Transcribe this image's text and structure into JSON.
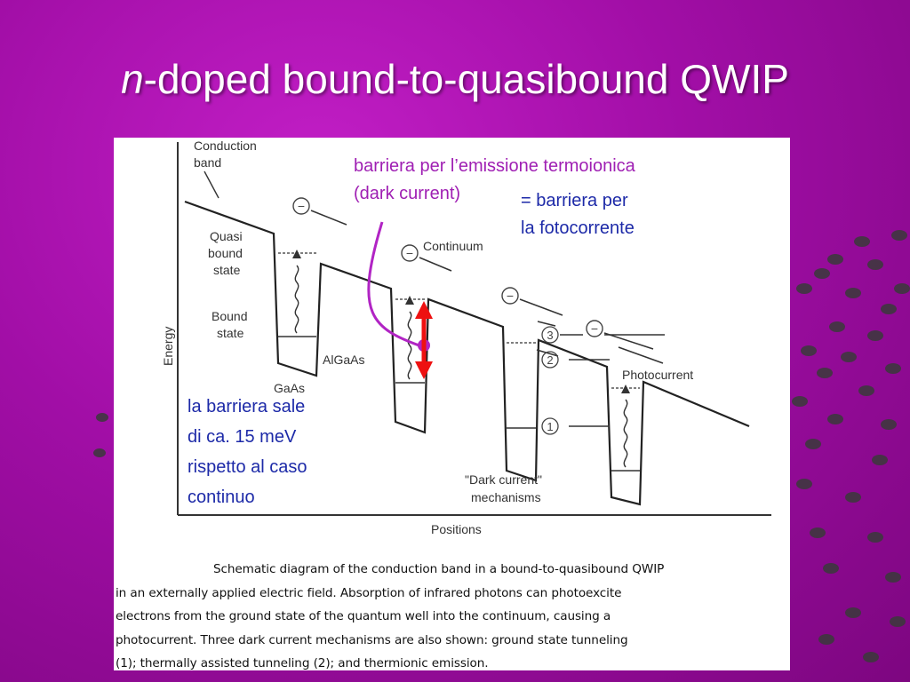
{
  "slide": {
    "title_italic": "n",
    "title_rest": "-doped bound-to-quasibound QWIP"
  },
  "colors": {
    "background": "#a10ea6",
    "annotation_purple": "#9f1fb3",
    "annotation_blue": "#1d2aa8",
    "arrow_red": "#ee1111"
  },
  "diagram": {
    "labels": {
      "conduction_band": [
        "Conduction",
        "band"
      ],
      "quasi_bound": [
        "Quasi",
        "bound",
        "state"
      ],
      "bound_state": [
        "Bound",
        "state"
      ],
      "algaas": "AlGaAs",
      "gaas": "GaAs",
      "continuum": "Continuum",
      "photocurrent": "Photocurrent",
      "dark_current": [
        "\"Dark current\"",
        "mechanisms"
      ],
      "energy_axis": "Energy",
      "positions_axis": "Positions",
      "electron": "−",
      "mech_1": "1",
      "mech_2": "2",
      "mech_3": "3"
    },
    "annotations": {
      "thermionic": [
        "barriera per l’emissione termoionica",
        "(dark current)"
      ],
      "photocurrent_barrier": [
        "= barriera per",
        "la fotocorrente"
      ],
      "barrier_rise": [
        "la barriera sale",
        "di ca. 15 meV",
        "rispetto al caso",
        "continuo"
      ]
    },
    "caption": [
      "Schematic diagram of the conduction band in a bound-to-quasibound QWIP",
      "in an externally applied electric field. Absorption of infrared photons can photoexcite",
      "electrons from the ground state of the quantum well into the continuum, causing a",
      "photocurrent. Three dark current mechanisms are also shown: ground state tunneling",
      "(1); thermally assisted tunneling (2); and thermionic emission."
    ]
  }
}
